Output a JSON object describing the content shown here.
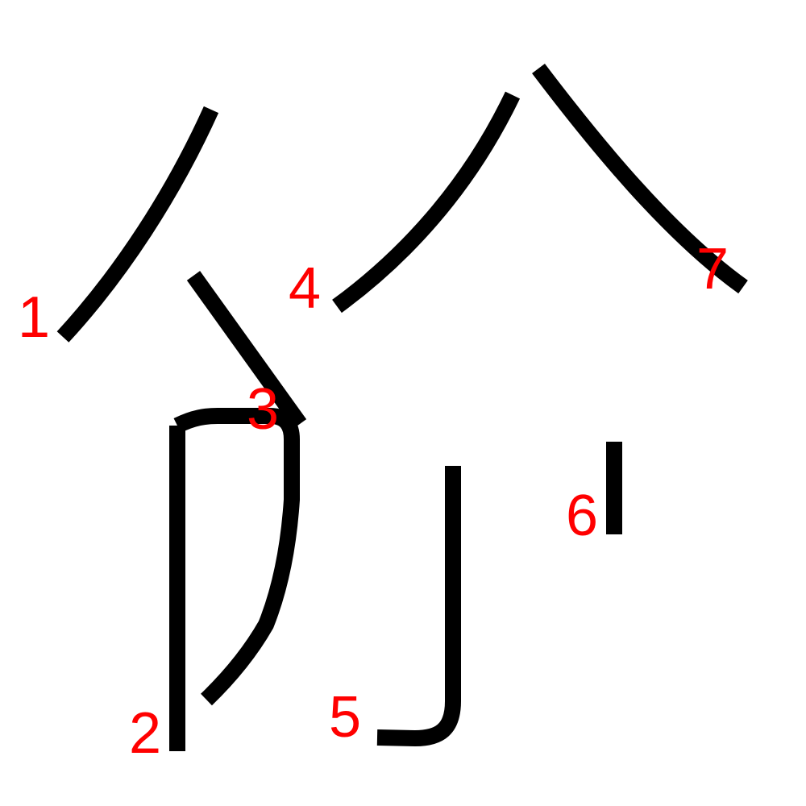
{
  "colors": {
    "background": "#ffffff",
    "stroke": "#000000",
    "label": "#ff0000"
  },
  "strokes": [
    {
      "order": 1,
      "label": "1"
    },
    {
      "order": 2,
      "label": "2"
    },
    {
      "order": 3,
      "label": "3"
    },
    {
      "order": 4,
      "label": "4"
    },
    {
      "order": 5,
      "label": "5"
    },
    {
      "order": 6,
      "label": "6"
    },
    {
      "order": 7,
      "label": "7"
    }
  ]
}
